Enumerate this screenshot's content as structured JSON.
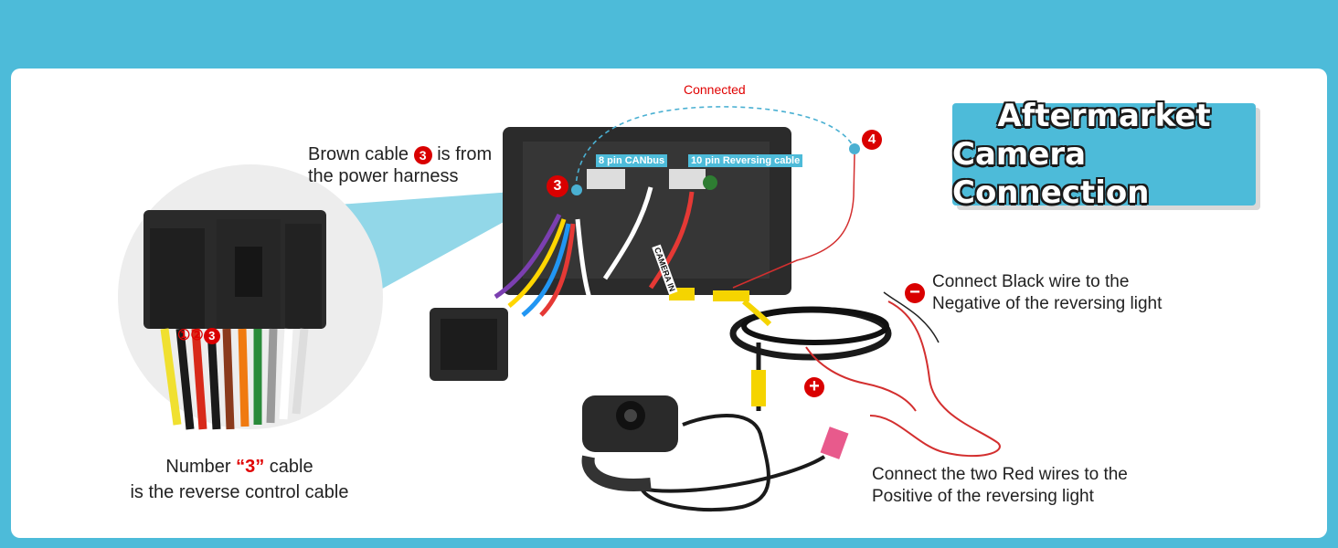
{
  "title": {
    "line1": "Aftermarket",
    "line2": "Camera Connection"
  },
  "connected_label": "Connected",
  "callouts": {
    "brown_cable_pre": "Brown cable",
    "brown_cable_num": "3",
    "brown_cable_post": "is from",
    "brown_cable_line2": "the power harness",
    "number_pre": "Number ",
    "number_value": "“3”",
    "number_post": " cable",
    "number_line2": "is the reverse control cable",
    "black_wire_line1": "Connect Black wire to the",
    "black_wire_line2": "Negative of the reversing light",
    "red_wires_line1": "Connect the two Red wires to the",
    "red_wires_line2": "Positive of the reversing light"
  },
  "markers": {
    "m3": "3",
    "m4": "4",
    "pins": [
      "①",
      "②",
      "3"
    ],
    "minus": "−",
    "plus": "+"
  },
  "pin_labels": {
    "canbus": "8 pin CANbus",
    "reversing": "10 pin Reversing cable"
  },
  "camera_in_label": "CAMERA IN",
  "colors": {
    "background": "#4dbbd9",
    "accent_red": "#d90000",
    "card": "#ffffff"
  }
}
